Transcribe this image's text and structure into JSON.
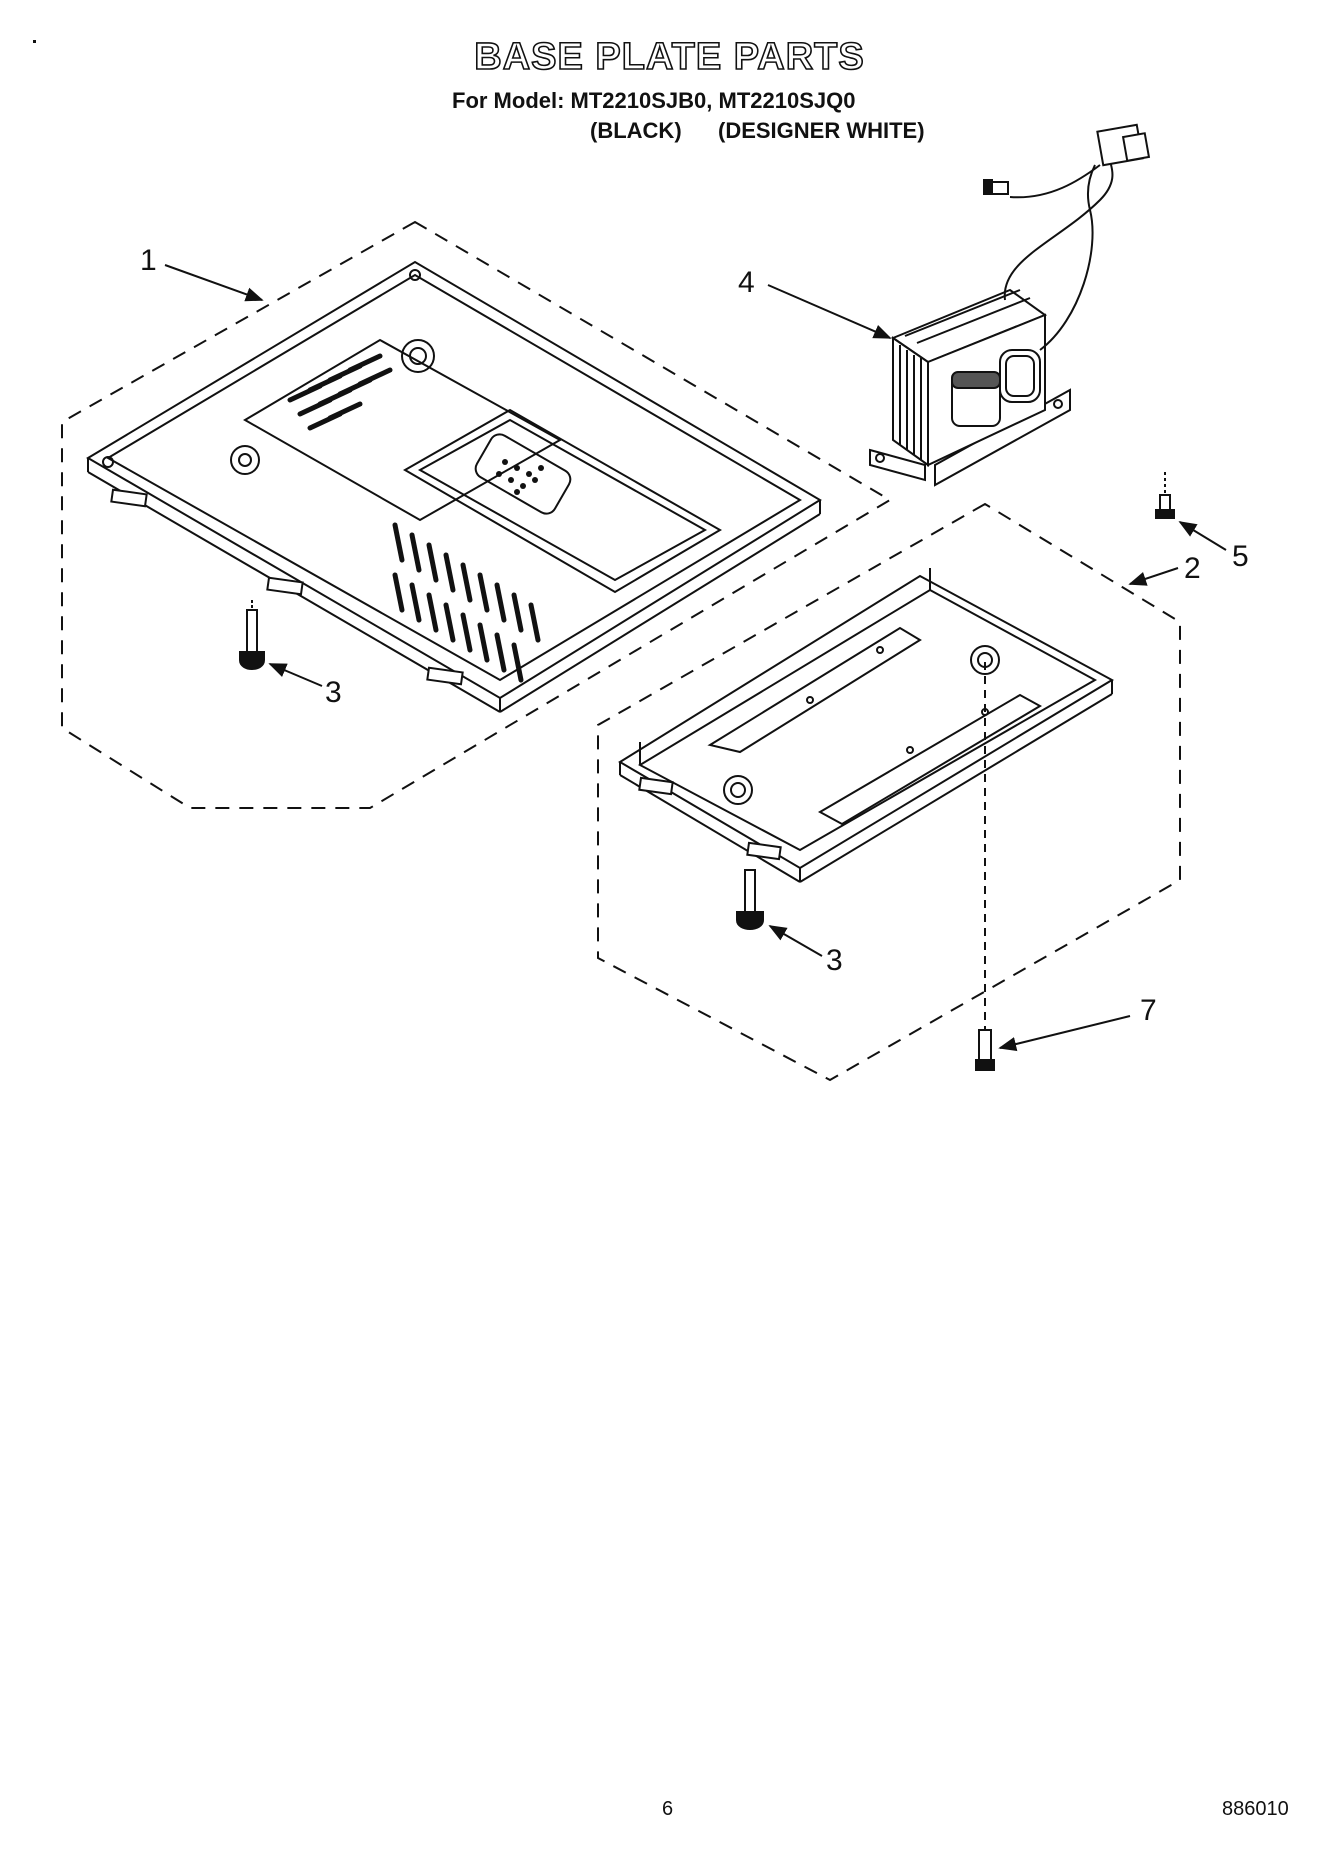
{
  "header": {
    "title": "BASE PLATE PARTS",
    "model_line": "For Model: MT2210SJB0, MT2210SJQ0",
    "variants": [
      "(BLACK)",
      "(DESIGNER WHITE)"
    ]
  },
  "callouts": [
    "1",
    "4",
    "5",
    "2",
    "3",
    "3",
    "7"
  ],
  "footer": {
    "page_number": "6",
    "document_number": "886010"
  }
}
